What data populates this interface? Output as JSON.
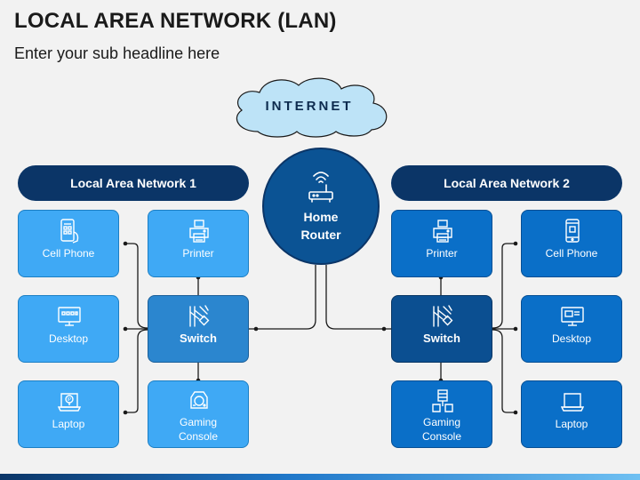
{
  "header": {
    "title": "LOCAL AREA NETWORK (LAN)",
    "subtitle": "Enter your sub headline here"
  },
  "internet": {
    "label": "INTERNET",
    "color": "#bde3f7"
  },
  "router": {
    "line1": "Home",
    "line2": "Router",
    "icon": "router-icon"
  },
  "lan1": {
    "title": "Local Area Network 1",
    "switch_label": "Switch",
    "devices": {
      "cell_phone": "Cell Phone",
      "printer": "Printer",
      "desktop": "Desktop",
      "laptop": "Laptop",
      "gaming_line1": "Gaming",
      "gaming_line2": "Console"
    }
  },
  "lan2": {
    "title": "Local Area Network 2",
    "switch_label": "Switch",
    "devices": {
      "printer": "Printer",
      "cell_phone": "Cell Phone",
      "desktop": "Desktop",
      "laptop": "Laptop",
      "gaming_line1": "Gaming",
      "gaming_line2": "Console"
    }
  },
  "colors": {
    "banner": "#0b3567",
    "lan1_device": "#3fa9f5",
    "lan2_device": "#0a6fc8",
    "router": "#0b5394",
    "connector": "#1a1a1a"
  }
}
